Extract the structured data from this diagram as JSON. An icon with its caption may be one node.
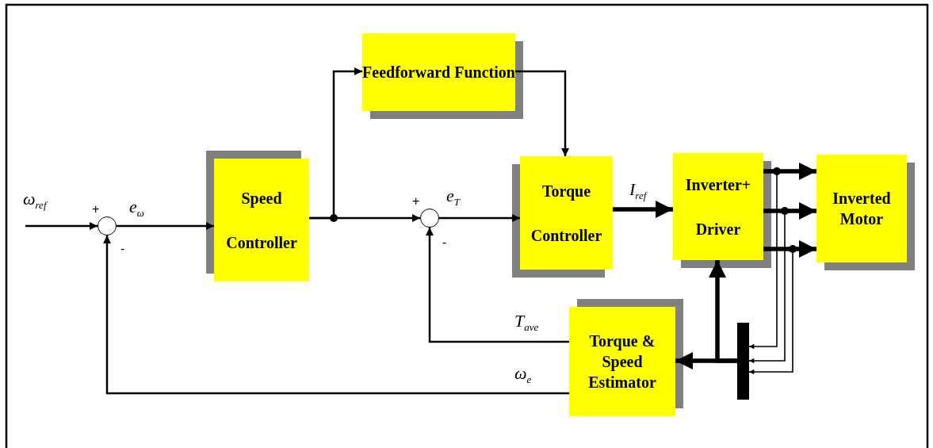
{
  "diagram": {
    "nodes": [
      {
        "text": [
          "Feedforward Function"
        ]
      },
      {
        "text": [
          "Speed Controller"
        ]
      },
      {
        "text": [
          "Torque Controller"
        ]
      },
      {
        "text": [
          "Inverter+ Driver"
        ]
      },
      {
        "text": [
          "Inverted Motor"
        ]
      },
      {
        "text": [
          "Torque & Speed Estimator"
        ]
      },
      {
        "text": [],
        "shape": "circle"
      },
      {
        "text": [],
        "shape": "circle"
      },
      {
        "text": [],
        "shape": "bar"
      }
    ],
    "edges": [
      {
        "from": null,
        "to": 6,
        "arrow": "to",
        "label": "ω$_{ref}$"
      },
      {
        "from": 6,
        "to": 1,
        "arrow": "to",
        "label": "e$_{ω}$"
      },
      {
        "from": 1,
        "to": 7,
        "arrow": "to"
      },
      {
        "from": 1,
        "to": 0,
        "arrow": "to"
      },
      {
        "from": 0,
        "to": 2,
        "arrow": "to"
      },
      {
        "from": 7,
        "to": 2,
        "arrow": "to",
        "label": "e$_{T}$"
      },
      {
        "from": 2,
        "to": 3,
        "arrow": "to",
        "label": "I$_{ref}$",
        "style": "thick"
      },
      {
        "from": 3,
        "to": 4,
        "arrow": "to",
        "style": "thick"
      },
      {
        "from": 3,
        "to": 4,
        "arrow": "to",
        "style": "thick"
      },
      {
        "from": 3,
        "to": 4,
        "arrow": "to",
        "style": "thick"
      },
      {
        "from": 3,
        "to": 8,
        "arrow": "to"
      },
      {
        "from": 3,
        "to": 8,
        "arrow": "to"
      },
      {
        "from": 3,
        "to": 8,
        "arrow": "to"
      },
      {
        "from": 8,
        "to": 5,
        "arrow": "to",
        "style": "thick"
      },
      {
        "from": 8,
        "to": 3,
        "arrow": "to",
        "style": "thick"
      },
      {
        "from": 5,
        "to": 7,
        "arrow": "to",
        "label": "T$_{ave}$"
      },
      {
        "from": 5,
        "to": 6,
        "arrow": "to",
        "label": "ω$_{e}$"
      }
    ],
    "labels": [
      "+",
      "-",
      "+",
      "-"
    ]
  }
}
